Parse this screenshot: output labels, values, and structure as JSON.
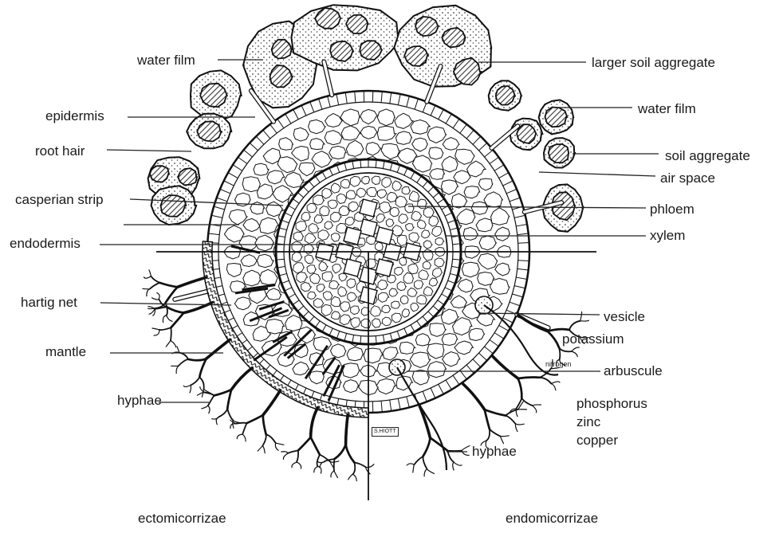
{
  "labels": {
    "water_film_left": "water film",
    "larger_soil_aggregate": "larger soil aggregate",
    "epidermis": "epidermis",
    "water_film_right": "water film",
    "root_hair": "root hair",
    "soil_aggregate": "soil aggregate",
    "air_space": "air space",
    "casperian_strip": "casperian strip",
    "phloem": "phloem",
    "endodermis": "endodermis",
    "xylem": "xylem",
    "hartig_net": "hartig net",
    "vesicle": "vesicle",
    "potassium": "potassium",
    "nitrogen": "nitrogen",
    "mantle": "mantle",
    "arbuscule": "arbuscule",
    "hyphae_left": "hyphae",
    "phosphorus": "phosphorus",
    "zinc": "zinc",
    "copper": "copper",
    "hyphae_right": "hyphae",
    "ectomicorrizae": "ectomicorrizae",
    "endomicorrizae": "endomicorrizae",
    "signature": "S.HIOTT"
  },
  "colors": {
    "ink": "#111111",
    "paper": "#ffffff",
    "hatch": "#555555"
  }
}
